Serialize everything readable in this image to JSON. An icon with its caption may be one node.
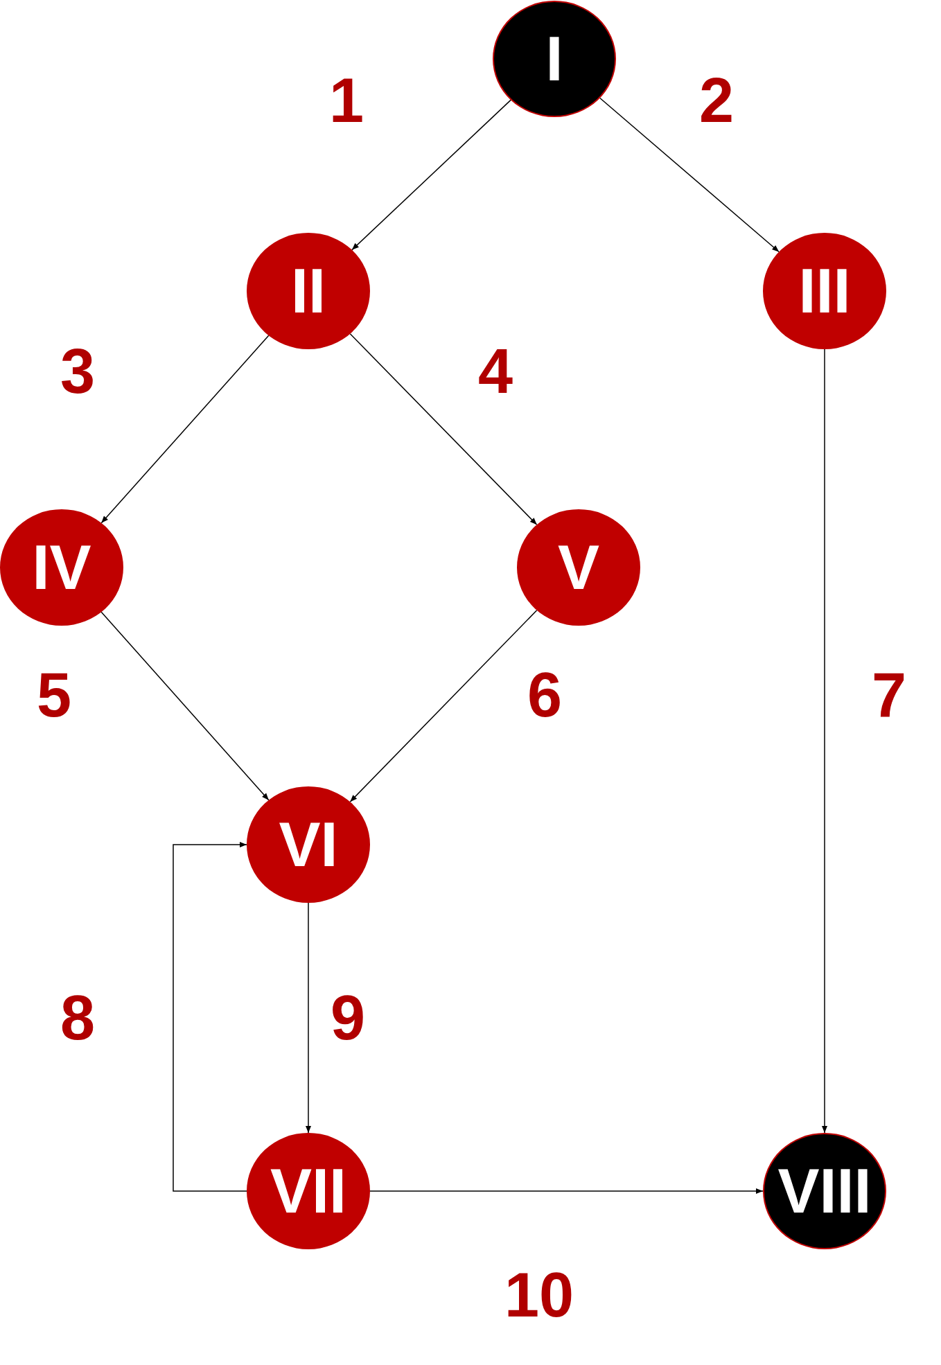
{
  "diagram": {
    "nodes": [
      {
        "text": [
          "I"
        ]
      },
      {
        "text": [
          "II"
        ]
      },
      {
        "text": [
          "III"
        ]
      },
      {
        "text": [
          "IV"
        ]
      },
      {
        "text": [
          "V"
        ]
      },
      {
        "text": [
          "VI"
        ]
      },
      {
        "text": [
          "VII"
        ]
      },
      {
        "text": [
          "VIII"
        ]
      }
    ],
    "edges": [
      {
        "from": 0,
        "to": 1,
        "arrow": "to",
        "label": "1"
      },
      {
        "from": 0,
        "to": 2,
        "arrow": "to",
        "label": "2"
      },
      {
        "from": 1,
        "to": 3,
        "arrow": "to",
        "label": "3"
      },
      {
        "from": 1,
        "to": 4,
        "arrow": "to",
        "label": "4"
      },
      {
        "from": 3,
        "to": 5,
        "arrow": "to",
        "label": "5"
      },
      {
        "from": 4,
        "to": 5,
        "arrow": "to",
        "label": "6"
      },
      {
        "from": 2,
        "to": 7,
        "arrow": "to",
        "label": "7"
      },
      {
        "from": 6,
        "to": 5,
        "arrow": "to",
        "label": "8"
      },
      {
        "from": 5,
        "to": 6,
        "arrow": "to",
        "label": "9"
      },
      {
        "from": 6,
        "to": 7,
        "arrow": "to",
        "label": "10"
      }
    ]
  }
}
